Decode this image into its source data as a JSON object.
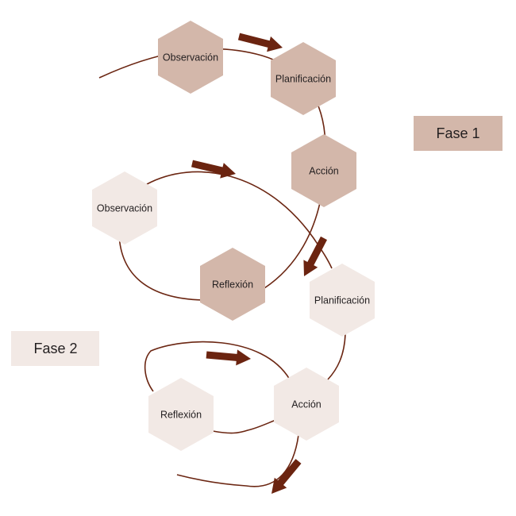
{
  "colors": {
    "phase1": "#d3b7aa",
    "phase2": "#f2e9e5",
    "line": "#6b2612",
    "arrow": "#6b2410"
  },
  "phase1": {
    "label": "Fase 1",
    "steps": [
      "Observación",
      "Planificación",
      "Acción",
      "Reflexión"
    ]
  },
  "phase2": {
    "label": "Fase 2",
    "steps": [
      "Observación",
      "Planificación",
      "Acción",
      "Reflexión"
    ]
  }
}
